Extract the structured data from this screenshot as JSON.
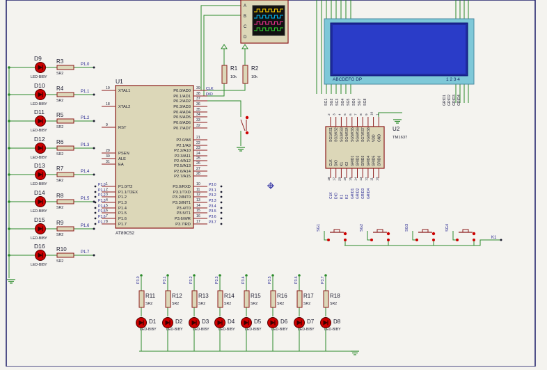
{
  "colors": {
    "background": "#f4f3ef",
    "wire": "#2a8a2a",
    "component_outline": "#8b1a1a",
    "component_fill": "#dcd7b8",
    "text": "#1a1a2e",
    "label_blue": "#1a1a8b",
    "lcd_frame": "#7ec8d8",
    "lcd_screen": "#1e2b9e",
    "lcd_glass": "#2a3cc8",
    "led_red": "#cc0000",
    "border": "#1a1a66",
    "scope_screen": "#111111"
  },
  "mcu": {
    "ref": "U1",
    "part": "AT89C52",
    "left_pins": [
      {
        "num": "19",
        "name": "XTAL1"
      },
      {
        "num": "18",
        "name": "XTAL2"
      },
      {
        "num": "9",
        "name": "RST"
      },
      {
        "num": "29",
        "name": "PSEN"
      },
      {
        "num": "30",
        "name": "ALE"
      },
      {
        "num": "31",
        "name": "EA"
      },
      {
        "num": "1",
        "name": "P1.0/T2"
      },
      {
        "num": "2",
        "name": "P1.1/T2EX"
      },
      {
        "num": "3",
        "name": "P1.2"
      },
      {
        "num": "4",
        "name": "P1.3"
      },
      {
        "num": "5",
        "name": "P1.4"
      },
      {
        "num": "6",
        "name": "P1.5"
      },
      {
        "num": "7",
        "name": "P1.6"
      },
      {
        "num": "8",
        "name": "P1.7"
      }
    ],
    "right_pins": [
      {
        "num": "39",
        "name": "P0.0/AD0"
      },
      {
        "num": "38",
        "name": "P0.1/AD1"
      },
      {
        "num": "37",
        "name": "P0.2/AD2"
      },
      {
        "num": "36",
        "name": "P0.3/AD3"
      },
      {
        "num": "35",
        "name": "P0.4/AD4"
      },
      {
        "num": "34",
        "name": "P0.5/AD5"
      },
      {
        "num": "33",
        "name": "P0.6/AD6"
      },
      {
        "num": "32",
        "name": "P0.7/AD7"
      },
      {
        "num": "21",
        "name": "P2.0/A8"
      },
      {
        "num": "22",
        "name": "P2.1/A9"
      },
      {
        "num": "23",
        "name": "P2.2/A10"
      },
      {
        "num": "24",
        "name": "P2.3/A11"
      },
      {
        "num": "25",
        "name": "P2.4/A12"
      },
      {
        "num": "26",
        "name": "P2.5/A13"
      },
      {
        "num": "27",
        "name": "P2.6/A14"
      },
      {
        "num": "28",
        "name": "P2.7/A15"
      },
      {
        "num": "10",
        "name": "P3.0/RXD"
      },
      {
        "num": "11",
        "name": "P3.1/TXD"
      },
      {
        "num": "12",
        "name": "P3.2/INT0"
      },
      {
        "num": "13",
        "name": "P3.3/INT1"
      },
      {
        "num": "14",
        "name": "P3.4/T0"
      },
      {
        "num": "15",
        "name": "P3.5/T1"
      },
      {
        "num": "16",
        "name": "P3.6/WR"
      },
      {
        "num": "17",
        "name": "P3.7/RD"
      }
    ],
    "p1_net_labels": [
      "P1.0",
      "P1.1",
      "P1.2",
      "P1.3",
      "P1.4",
      "P1.5",
      "P1.6",
      "P1.7"
    ],
    "p3_net_labels": [
      "P3.0",
      "P3.1",
      "P3.2",
      "P3.3",
      "P3.4",
      "P3.5",
      "P3.6",
      "P3.7"
    ],
    "p0_net_labels": [
      "CLK",
      "DIO"
    ]
  },
  "left_leds": [
    {
      "led": "D9",
      "res": "R3",
      "val": "SR2",
      "net": "P1.0",
      "part": "LED-BIBY"
    },
    {
      "led": "D10",
      "res": "R4",
      "val": "SR2",
      "net": "P1.1",
      "part": "LED-BIBY"
    },
    {
      "led": "D11",
      "res": "R5",
      "val": "SR2",
      "net": "P1.2",
      "part": "LED-BIBY"
    },
    {
      "led": "D12",
      "res": "R6",
      "val": "SR2",
      "net": "P1.3",
      "part": "LED-BIBY"
    },
    {
      "led": "D13",
      "res": "R7",
      "val": "SR2",
      "net": "P1.4",
      "part": "LED-BIBY"
    },
    {
      "led": "D14",
      "res": "R8",
      "val": "SR2",
      "net": "P1.5",
      "part": "LED-BIBY"
    },
    {
      "led": "D15",
      "res": "R9",
      "val": "SR2",
      "net": "P1.6",
      "part": "LED-BIBY"
    },
    {
      "led": "D16",
      "res": "R10",
      "val": "SR2",
      "net": "P1.7",
      "part": "LED-BIBY"
    }
  ],
  "bottom_leds": [
    {
      "led": "D1",
      "res": "R11",
      "val": "SR2",
      "net": "P3.0",
      "part": "LED-BIBY"
    },
    {
      "led": "D2",
      "res": "R12",
      "val": "SR2",
      "net": "P3.1",
      "part": "LED-BIBY"
    },
    {
      "led": "D3",
      "res": "R13",
      "val": "SR2",
      "net": "P3.2",
      "part": "LED-BIBY"
    },
    {
      "led": "D4",
      "res": "R14",
      "val": "SR2",
      "net": "P3.3",
      "part": "LED-BIBY"
    },
    {
      "led": "D5",
      "res": "R15",
      "val": "SR2",
      "net": "P3.4",
      "part": "LED-BIBY"
    },
    {
      "led": "D6",
      "res": "R16",
      "val": "SR2",
      "net": "P3.5",
      "part": "LED-BIBY"
    },
    {
      "led": "D7",
      "res": "R17",
      "val": "SR2",
      "net": "P3.6",
      "part": "LED-BIBY"
    },
    {
      "led": "D8",
      "res": "R18",
      "val": "SR2",
      "net": "P3.7",
      "part": "LED-BIBY"
    }
  ],
  "pullups": [
    {
      "ref": "R1",
      "val": "10k"
    },
    {
      "ref": "R2",
      "val": "10k"
    }
  ],
  "scope": {
    "channels": [
      "A",
      "B",
      "C",
      "D"
    ]
  },
  "lcd": {
    "left_text": "ABCDEFG  DP",
    "right_text": "1 2 3 4",
    "bottom_pins": [
      "SG1",
      "SG2",
      "SG3",
      "SG4",
      "SG5",
      "SG6",
      "SG7",
      "SG8"
    ],
    "grid_pins": [
      "GRID1",
      "GRID2",
      "GRID3",
      "GRID4"
    ]
  },
  "tm1637": {
    "ref": "U2",
    "part": "TM1637",
    "top_pins": [
      "SG1/KS1",
      "SG2/KS2",
      "SG3/KS3",
      "SG4/KS4",
      "SG5/KS5",
      "SG6/KS6",
      "SG7/KS7",
      "SG8/KS8",
      "VDD",
      "GND"
    ],
    "top_nums": [
      "2",
      "3",
      "4",
      "5",
      "6",
      "7",
      "8",
      "9",
      "16",
      "1"
    ],
    "bottom_pins": [
      "CLK",
      "DIO",
      "K1",
      "K2",
      "GRID1",
      "GRID2",
      "GRID3",
      "GRID4",
      "GRID5",
      "GRID6"
    ],
    "bottom_nums": [
      "18",
      "17",
      "20",
      "19",
      "15",
      "14",
      "13",
      "12",
      "11",
      "10"
    ],
    "bottom_net_labels": [
      "CLK",
      "DIO",
      "K1",
      "K2",
      "GRID1",
      "GRID2",
      "GRID3",
      "GRID4"
    ]
  },
  "buttons": [
    {
      "net": "SG1"
    },
    {
      "net": "SG2"
    },
    {
      "net": "SG3"
    },
    {
      "net": "SG4"
    }
  ],
  "k1_label": "K1"
}
